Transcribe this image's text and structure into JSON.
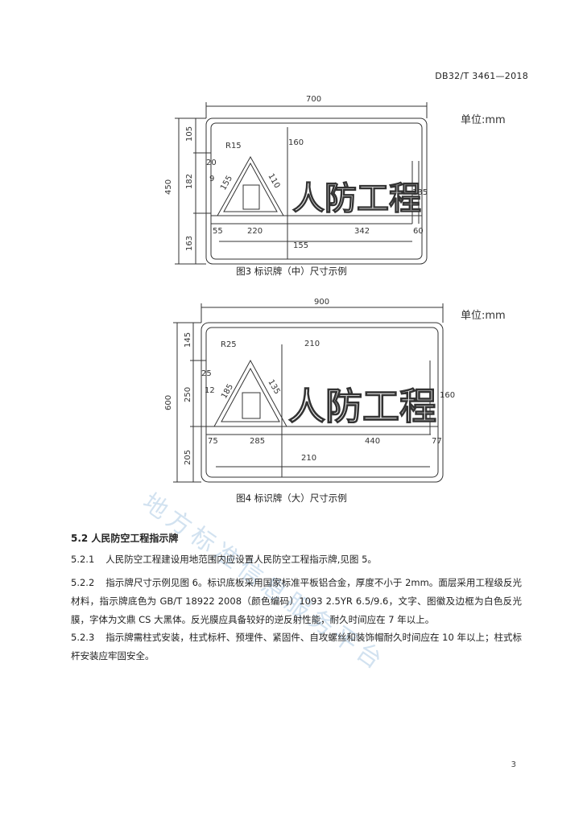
{
  "header": {
    "standard_code": "DB32/T 3461—2018"
  },
  "figure3": {
    "unit": "单位:mm",
    "caption": "图3   标识牌（中）尺寸示例",
    "sign_text": "人防工程",
    "dims": {
      "width_total": "700",
      "height_total": "450",
      "top": "105",
      "mid": "182",
      "bottom": "163",
      "r": "R15",
      "d20": "20",
      "d9": "9",
      "s160": "160",
      "left_width": "220",
      "right_width": "342",
      "margin_left": "55",
      "margin_right": "60",
      "bottom_inner": "155",
      "text_height": "135",
      "tri_a": "155",
      "tri_b": "110"
    }
  },
  "figure4": {
    "unit": "单位:mm",
    "caption": "图4   标识牌（大）尺寸示例",
    "sign_text": "人防工程",
    "dims": {
      "width_total": "900",
      "height_total": "600",
      "top": "145",
      "mid": "250",
      "bottom": "205",
      "r": "R25",
      "d25": "25",
      "d12": "12",
      "s210": "210",
      "left_width": "285",
      "right_width": "440",
      "margin_left": "75",
      "margin_right": "77",
      "bottom_inner": "210",
      "text_height": "160",
      "tri_a": "185",
      "tri_b": "135"
    }
  },
  "watermark": "地方标准信息服务平台",
  "section": {
    "title": "5.2   人民防空工程指示牌"
  },
  "paragraphs": [
    {
      "num": "5.2.1",
      "text": "人民防空工程建设用地范围内应设置人民防空工程指示牌,见图 5。"
    },
    {
      "num": "5.2.2",
      "text": "指示牌尺寸示例见图 6。标识底板采用国家标准平板铝合金，厚度不小于 2mm。面层采用工程级反光材料，指示牌底色为 GB/T 18922 2008（颜色编码）1093 2.5YR 6.5/9.6，文字、图徽及边框为白色反光膜，字体为文鼎 CS 大黑体。反光膜应具备较好的逆反射性能，耐久时间应在 7 年以上。"
    },
    {
      "num": "5.2.3",
      "text": "指示牌需柱式安装，柱式标杆、预埋件、紧固件、自攻螺丝和装饰帽耐久时间应在 10 年以上；柱式标杆安装应牢固安全。"
    }
  ],
  "page_number": "3"
}
